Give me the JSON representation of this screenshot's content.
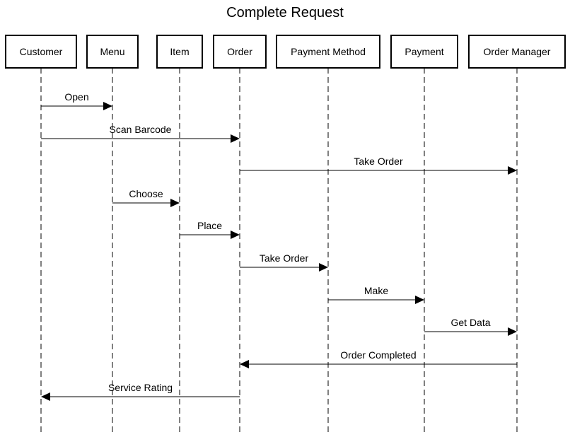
{
  "diagram": {
    "title": "Complete Request",
    "participants": [
      {
        "id": "customer",
        "label": "Customer"
      },
      {
        "id": "menu",
        "label": "Menu"
      },
      {
        "id": "item",
        "label": "Item"
      },
      {
        "id": "order",
        "label": "Order"
      },
      {
        "id": "payment-method",
        "label": "Payment Method"
      },
      {
        "id": "payment",
        "label": "Payment"
      },
      {
        "id": "order-manager",
        "label": "Order Manager"
      }
    ],
    "messages": [
      {
        "from": "customer",
        "to": "menu",
        "label": "Open"
      },
      {
        "from": "customer",
        "to": "order",
        "label": "Scan Barcode"
      },
      {
        "from": "order",
        "to": "order-manager",
        "label": "Take Order"
      },
      {
        "from": "menu",
        "to": "item",
        "label": "Choose"
      },
      {
        "from": "item",
        "to": "order",
        "label": "Place"
      },
      {
        "from": "order",
        "to": "payment-method",
        "label": "Take Order"
      },
      {
        "from": "payment-method",
        "to": "payment",
        "label": "Make"
      },
      {
        "from": "payment",
        "to": "order-manager",
        "label": "Get Data"
      },
      {
        "from": "order-manager",
        "to": "order",
        "label": "Order Completed"
      },
      {
        "from": "order",
        "to": "customer",
        "label": "Service Rating"
      }
    ]
  }
}
